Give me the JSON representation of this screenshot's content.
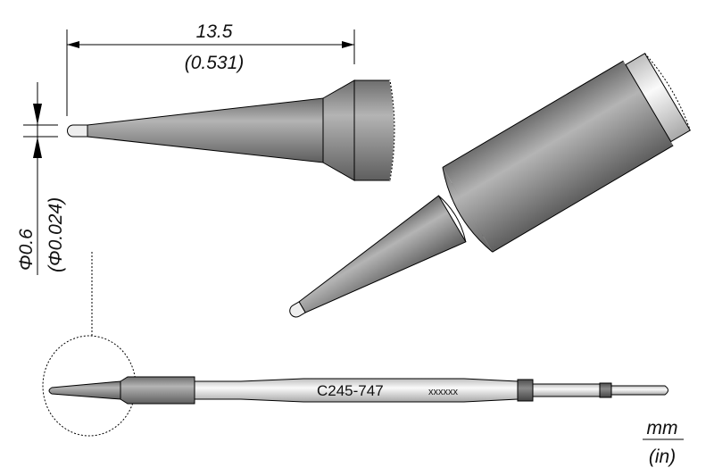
{
  "dimensions": {
    "length_mm": "13.5",
    "length_in": "(0.531)",
    "diameter_mm": "Φ0.6",
    "diameter_in": "(Φ0.024)"
  },
  "cartridge": {
    "part_number": "C245-747",
    "code": "xxxxxx"
  },
  "units": {
    "primary": "mm",
    "secondary": "(in)"
  },
  "colors": {
    "tip_body": "#8a8a8a",
    "tip_highlight": "#d9d9d9",
    "tin_tip": "#eeeeee",
    "band": "#6f6f6f"
  }
}
